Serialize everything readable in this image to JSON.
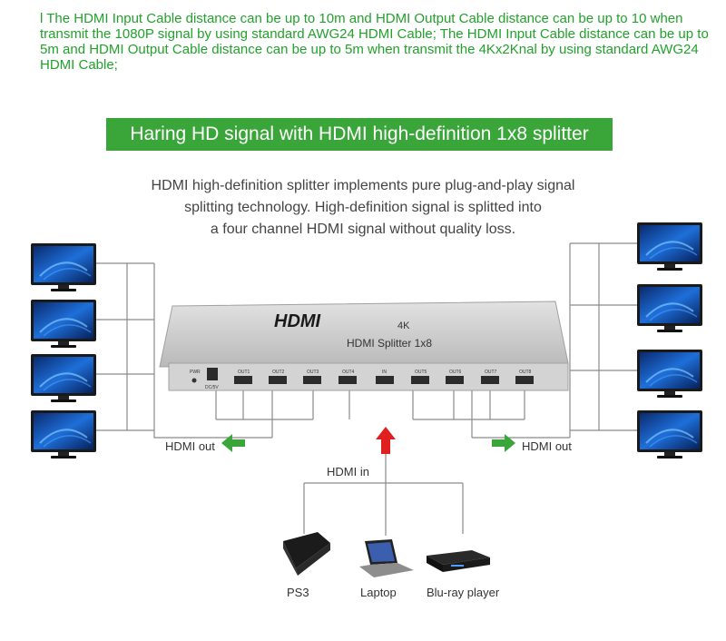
{
  "top_note": "l The HDMI Input Cable distance can be up to 10m and HDMI Output Cable distance can be up to 10 when transmit the 1080P signal by using standard AWG24 HDMI Cable; The HDMI Input Cable distance can be up to 5m and HDMI Output Cable distance can be up to 5m when transmit the 4Kx2Knal by using standard AWG24 HDMI Cable;",
  "banner": "Haring HD signal with HDMI high-definition 1x8 splitter",
  "description": [
    "HDMI high-definition splitter implements pure plug-and-play signal",
    "splitting technology. High-definition signal is splitted into",
    "a four channel HDMI signal without quality loss."
  ],
  "device": {
    "logo": "HDMI",
    "badge": "4K",
    "model": "HDMI Splitter 1x8",
    "port_labels": [
      "PWR",
      "DC/5V",
      "OUT1",
      "OUT2",
      "OUT3",
      "OUT4",
      "IN",
      "OUT5",
      "OUT6",
      "OUT7",
      "OUT8"
    ]
  },
  "labels": {
    "hdmi_out_left": "HDMI out",
    "hdmi_out_right": "HDMI out",
    "hdmi_in": "HDMI in"
  },
  "sources": [
    {
      "name": "PS3",
      "icon": "game-console-icon"
    },
    {
      "name": "Laptop",
      "icon": "laptop-icon"
    },
    {
      "name": "Blu-ray player",
      "icon": "bluray-player-icon"
    }
  ],
  "colors": {
    "accent_green": "#3aa63a",
    "text_green": "#22a12c",
    "arrow_red": "#e02020",
    "device_silver": "#c9c9c9"
  }
}
